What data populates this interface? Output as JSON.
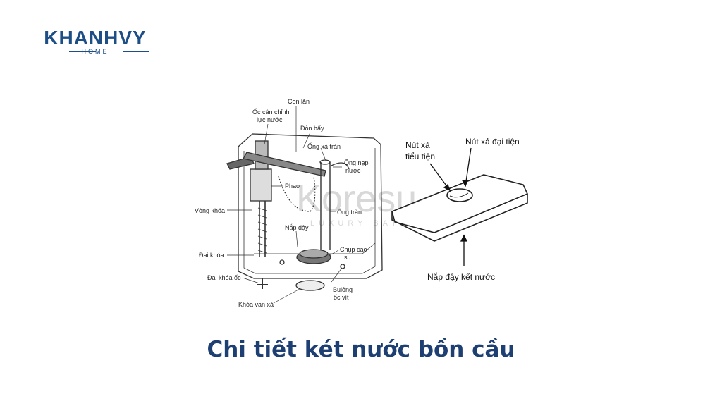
{
  "brand": {
    "name": "KHANHVY",
    "sub": "HOME",
    "color": "#1d4f86"
  },
  "watermark": {
    "main": "Koresu",
    "sub": "LUXURY BATH"
  },
  "diagram_left": {
    "labels": {
      "con_lan": "Con lăn",
      "oc_can_chinh_1": "Ốc cân chỉnh",
      "oc_can_chinh_2": "lực nước",
      "don_bay": "Đòn bẩy",
      "ong_xa_tran": "Ống xả tràn",
      "ong_nap_nuoc_1": "Ống nạp",
      "ong_nap_nuoc_2": "nước",
      "phao": "Phao",
      "vong_khoa": "Vòng khóa",
      "ong_tran": "Ống tràn",
      "nap_day": "Nắp đậy",
      "dai_khoa": "Đai khóa",
      "chup_cao_su_1": "Chụp cao",
      "chup_cao_su_2": "su",
      "dai_khoa_oc": "Đai khóa ốc",
      "bulong_1": "Bulông",
      "bulong_2": "ốc vít",
      "khoa_van_xa": "Khóa van xả"
    }
  },
  "diagram_right": {
    "labels": {
      "nut_xa_tieu_1": "Nút xả",
      "nut_xa_tieu_2": "tiểu tiện",
      "nut_xa_dai": "Nút xả đại tiện",
      "nap_day_ket": "Nắp đậy kết nước"
    }
  },
  "caption": "Chi tiết két nước bồn cầu"
}
